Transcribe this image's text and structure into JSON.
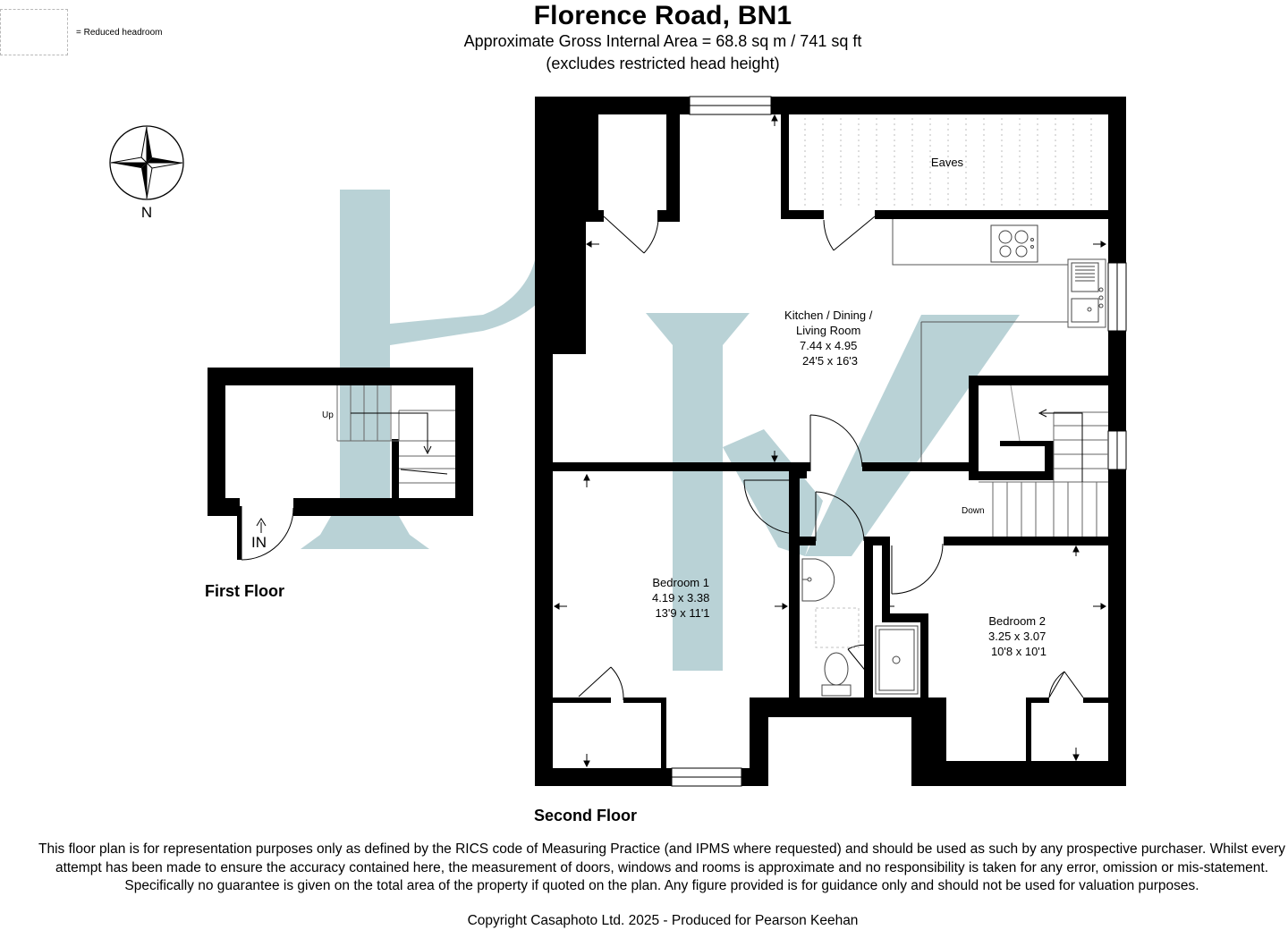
{
  "header": {
    "title": "Florence Road, BN1",
    "subtitle_area": "Approximate Gross Internal Area = 68.8 sq m / 741 sq ft",
    "subtitle_note": "(excludes restricted head height)"
  },
  "legend": {
    "reduced_headroom_label": "= Reduced headroom"
  },
  "compass": {
    "label": "N"
  },
  "first_floor": {
    "label": "First Floor",
    "stairs_up_label": "Up",
    "entrance_label": "IN"
  },
  "second_floor": {
    "label": "Second Floor",
    "eaves_label": "Eaves",
    "stairs_down_label": "Down",
    "rooms": [
      {
        "name_line1": "Kitchen / Dining /",
        "name_line2": "Living Room",
        "metric": "7.44 x 4.95",
        "imperial": "24'5 x 16'3"
      },
      {
        "name_line1": "Bedroom 1",
        "metric": "4.19 x 3.38",
        "imperial": "13'9 x 11'1"
      },
      {
        "name_line1": "Bedroom 2",
        "metric": "3.25 x 3.07",
        "imperial": "10'8 x 10'1"
      }
    ]
  },
  "colors": {
    "wall": "#000000",
    "watermark": "#b9d2d6",
    "fixture": "#444444"
  },
  "footer": {
    "disclaimer": "This floor plan is for representation purposes only as defined by the RICS code of Measuring Practice (and IPMS where requested) and should be used as such by any prospective purchaser. Whilst every attempt has been made to ensure the accuracy contained here, the measurement of doors, windows and rooms is approximate and no responsibility is taken for any error, omission or mis-statement. Specifically no guarantee is given on the total area of the property if quoted on the plan. Any figure provided is for guidance only and should not be used for valuation purposes.",
    "copyright": "Copyright Casaphoto Ltd. 2025 - Produced for Pearson Keehan"
  }
}
